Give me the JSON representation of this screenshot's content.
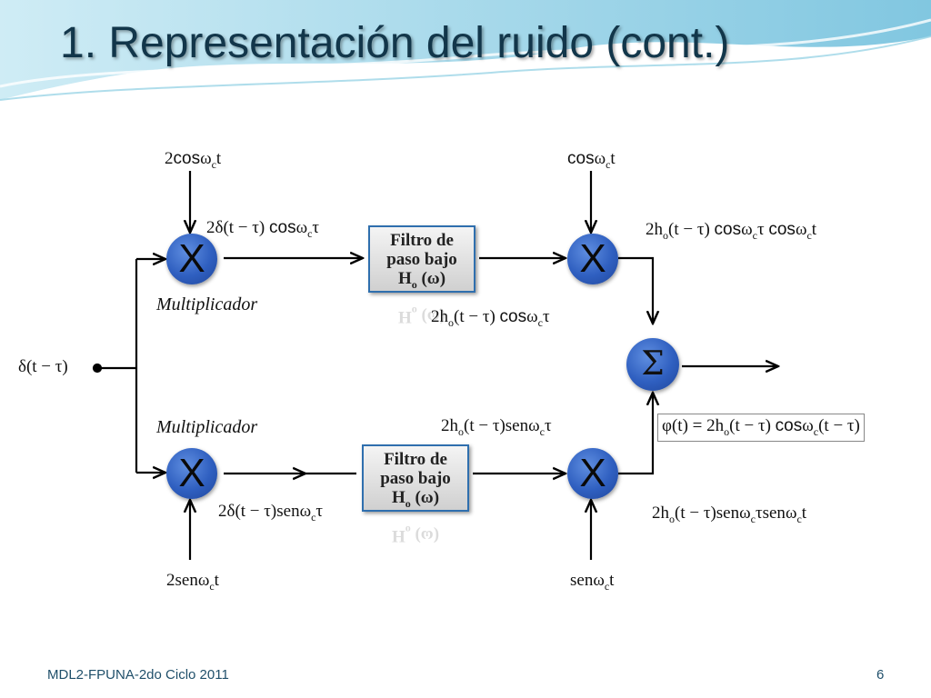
{
  "title": "1. Representación del ruido (cont.)",
  "footer": {
    "text": "MDL2-FPUNA-2do Ciclo 2011",
    "page": "6"
  },
  "nodes": {
    "mult_symbol": "X",
    "sum_symbol": "Σ"
  },
  "filter": {
    "line1": "Filtro de",
    "line2": "paso bajo",
    "line3_main": "H",
    "line3_sub": "o",
    "line3_rest": " (ω)"
  },
  "labels": {
    "input": "δ(t − τ)",
    "mult_top_label": "Multiplicador",
    "mult_bottom_label": "Multiplicador",
    "top_carrier_in": {
      "pre": "2",
      "fn": "cos",
      "w": "ω",
      "sub": "c",
      "post": "t"
    },
    "top_carrier_out": {
      "fn": "cos",
      "w": "ω",
      "sub": "c",
      "post": "t"
    },
    "bottom_carrier_in": {
      "pre": "2sen",
      "w": "ω",
      "sub": "c",
      "post": "t"
    },
    "bottom_carrier_out": {
      "pre": "sen",
      "w": "ω",
      "sub": "c",
      "post": "t"
    },
    "top_after_mult": {
      "pre": "2δ(t − τ) ",
      "fn": "cos",
      "w": "ω",
      "sub": "c",
      "post": "τ"
    },
    "top_after_filter": {
      "pre": "2h",
      "sub1": "o",
      "mid": "(t − τ) ",
      "fn": "cos",
      "w": "ω",
      "sub": "c",
      "post": "τ"
    },
    "top_out": {
      "pre": "2h",
      "sub1": "o",
      "mid": "(t − τ) ",
      "fn1": "cos",
      "w1": "ω",
      "sub2": "c",
      "mid2": "τ ",
      "fn2": "cos",
      "w2": "ω",
      "sub3": "c",
      "post": "t"
    },
    "bottom_after_mult": {
      "pre": "2δ(t − τ)sen",
      "w": "ω",
      "sub": "c",
      "post": "τ"
    },
    "bottom_after_filter": {
      "pre": "2h",
      "sub1": "o",
      "mid": "(t − τ)sen",
      "w": "ω",
      "sub": "c",
      "post": "τ"
    },
    "bottom_out": {
      "pre": "2h",
      "sub1": "o",
      "mid": "(t − τ)sen",
      "w1": "ω",
      "sub2": "c",
      "mid2": "τsen",
      "w2": "ω",
      "sub3": "c",
      "post": "t"
    },
    "result": {
      "pre": "φ(t) = 2h",
      "sub1": "o",
      "mid": "(t − τ) ",
      "fn": "cos",
      "w": "ω",
      "sub": "c",
      "post": "(t − τ)"
    }
  },
  "colors": {
    "title": "#12364a",
    "node": "#2f5fc0",
    "wave_top": "#7ec8dc"
  }
}
